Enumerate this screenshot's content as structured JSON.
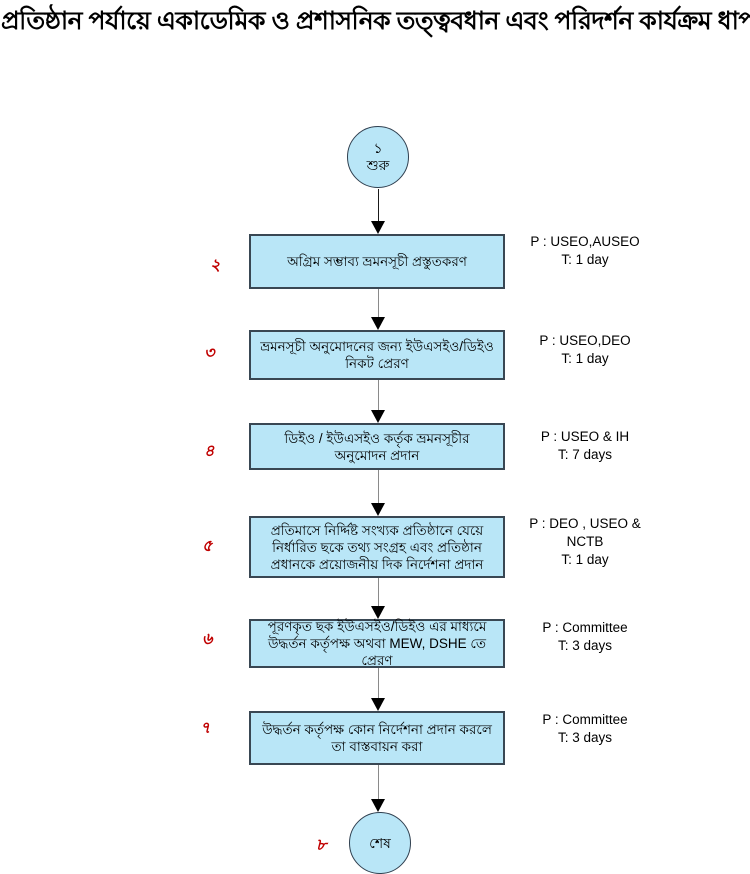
{
  "title": "প্রতিষ্ঠান পর্যায়ে একাডেমিক ও প্রশাসনিক তত্ত্ববধান এবং পরিদর্শন কার্যক্রম ধাপসমূহ",
  "colors": {
    "node_fill": "#b9e6f7",
    "node_border": "#394753",
    "step_number_red": "#c00000",
    "arrow_head": "#000000",
    "arrow_line": "#8a8a8a",
    "text": "#000000"
  },
  "start_node": {
    "number": "১",
    "label": "শুরু"
  },
  "end_node": {
    "number": "৮",
    "label": "শেষ"
  },
  "steps": [
    {
      "number": "২",
      "text": "অগ্রিম সম্ভাব্য ভ্রমনসূচী প্রস্তুতকরণ",
      "annotation": {
        "p": "P : USEO,AUSEO",
        "t": "T: 1 day"
      }
    },
    {
      "number": "৩",
      "text": "ভ্রমনসূচী অনুমোদনের জন্য ইউএসইও/ডিইও নিকট প্রেরণ",
      "annotation": {
        "p": "P : USEO,DEO",
        "t": "T: 1 day"
      }
    },
    {
      "number": "৪",
      "text": "ডিইও / ইউএসইও কর্তৃক ভ্রমনসূচীর অনুমোদন প্রদান",
      "annotation": {
        "p": "P : USEO & IH",
        "t": "T: 7 days"
      }
    },
    {
      "number": "৫",
      "text": "প্রতিমাসে নির্দ্দিষ্ট সংখ্যক প্রতিষ্ঠানে যেয়ে নির্ধারিত ছকে তথ্য সংগ্রহ এবং প্রতিষ্ঠান প্রধানকে প্রয়োজনীয় দিক নির্দেশনা প্রদান",
      "annotation": {
        "p": "P : DEO , USEO & NCTB",
        "t": "T: 1 day"
      }
    },
    {
      "number": "৬",
      "text": "পূরণকৃত ছক ইউএসইও/ডিইও এর মাধ্যমে উদ্ধর্তন কর্তৃপক্ষ অথবা MEW, DSHE তে প্রেরণ",
      "annotation": {
        "p": "P : Committee",
        "t": "T: 3 days"
      }
    },
    {
      "number": "৭",
      "text": "উদ্ধর্তন কর্তৃপক্ষ কোন নির্দেশনা প্রদান করলে তা বাস্তবায়ন করা",
      "annotation": {
        "p": "P : Committee",
        "t": "T: 3 days"
      }
    }
  ]
}
